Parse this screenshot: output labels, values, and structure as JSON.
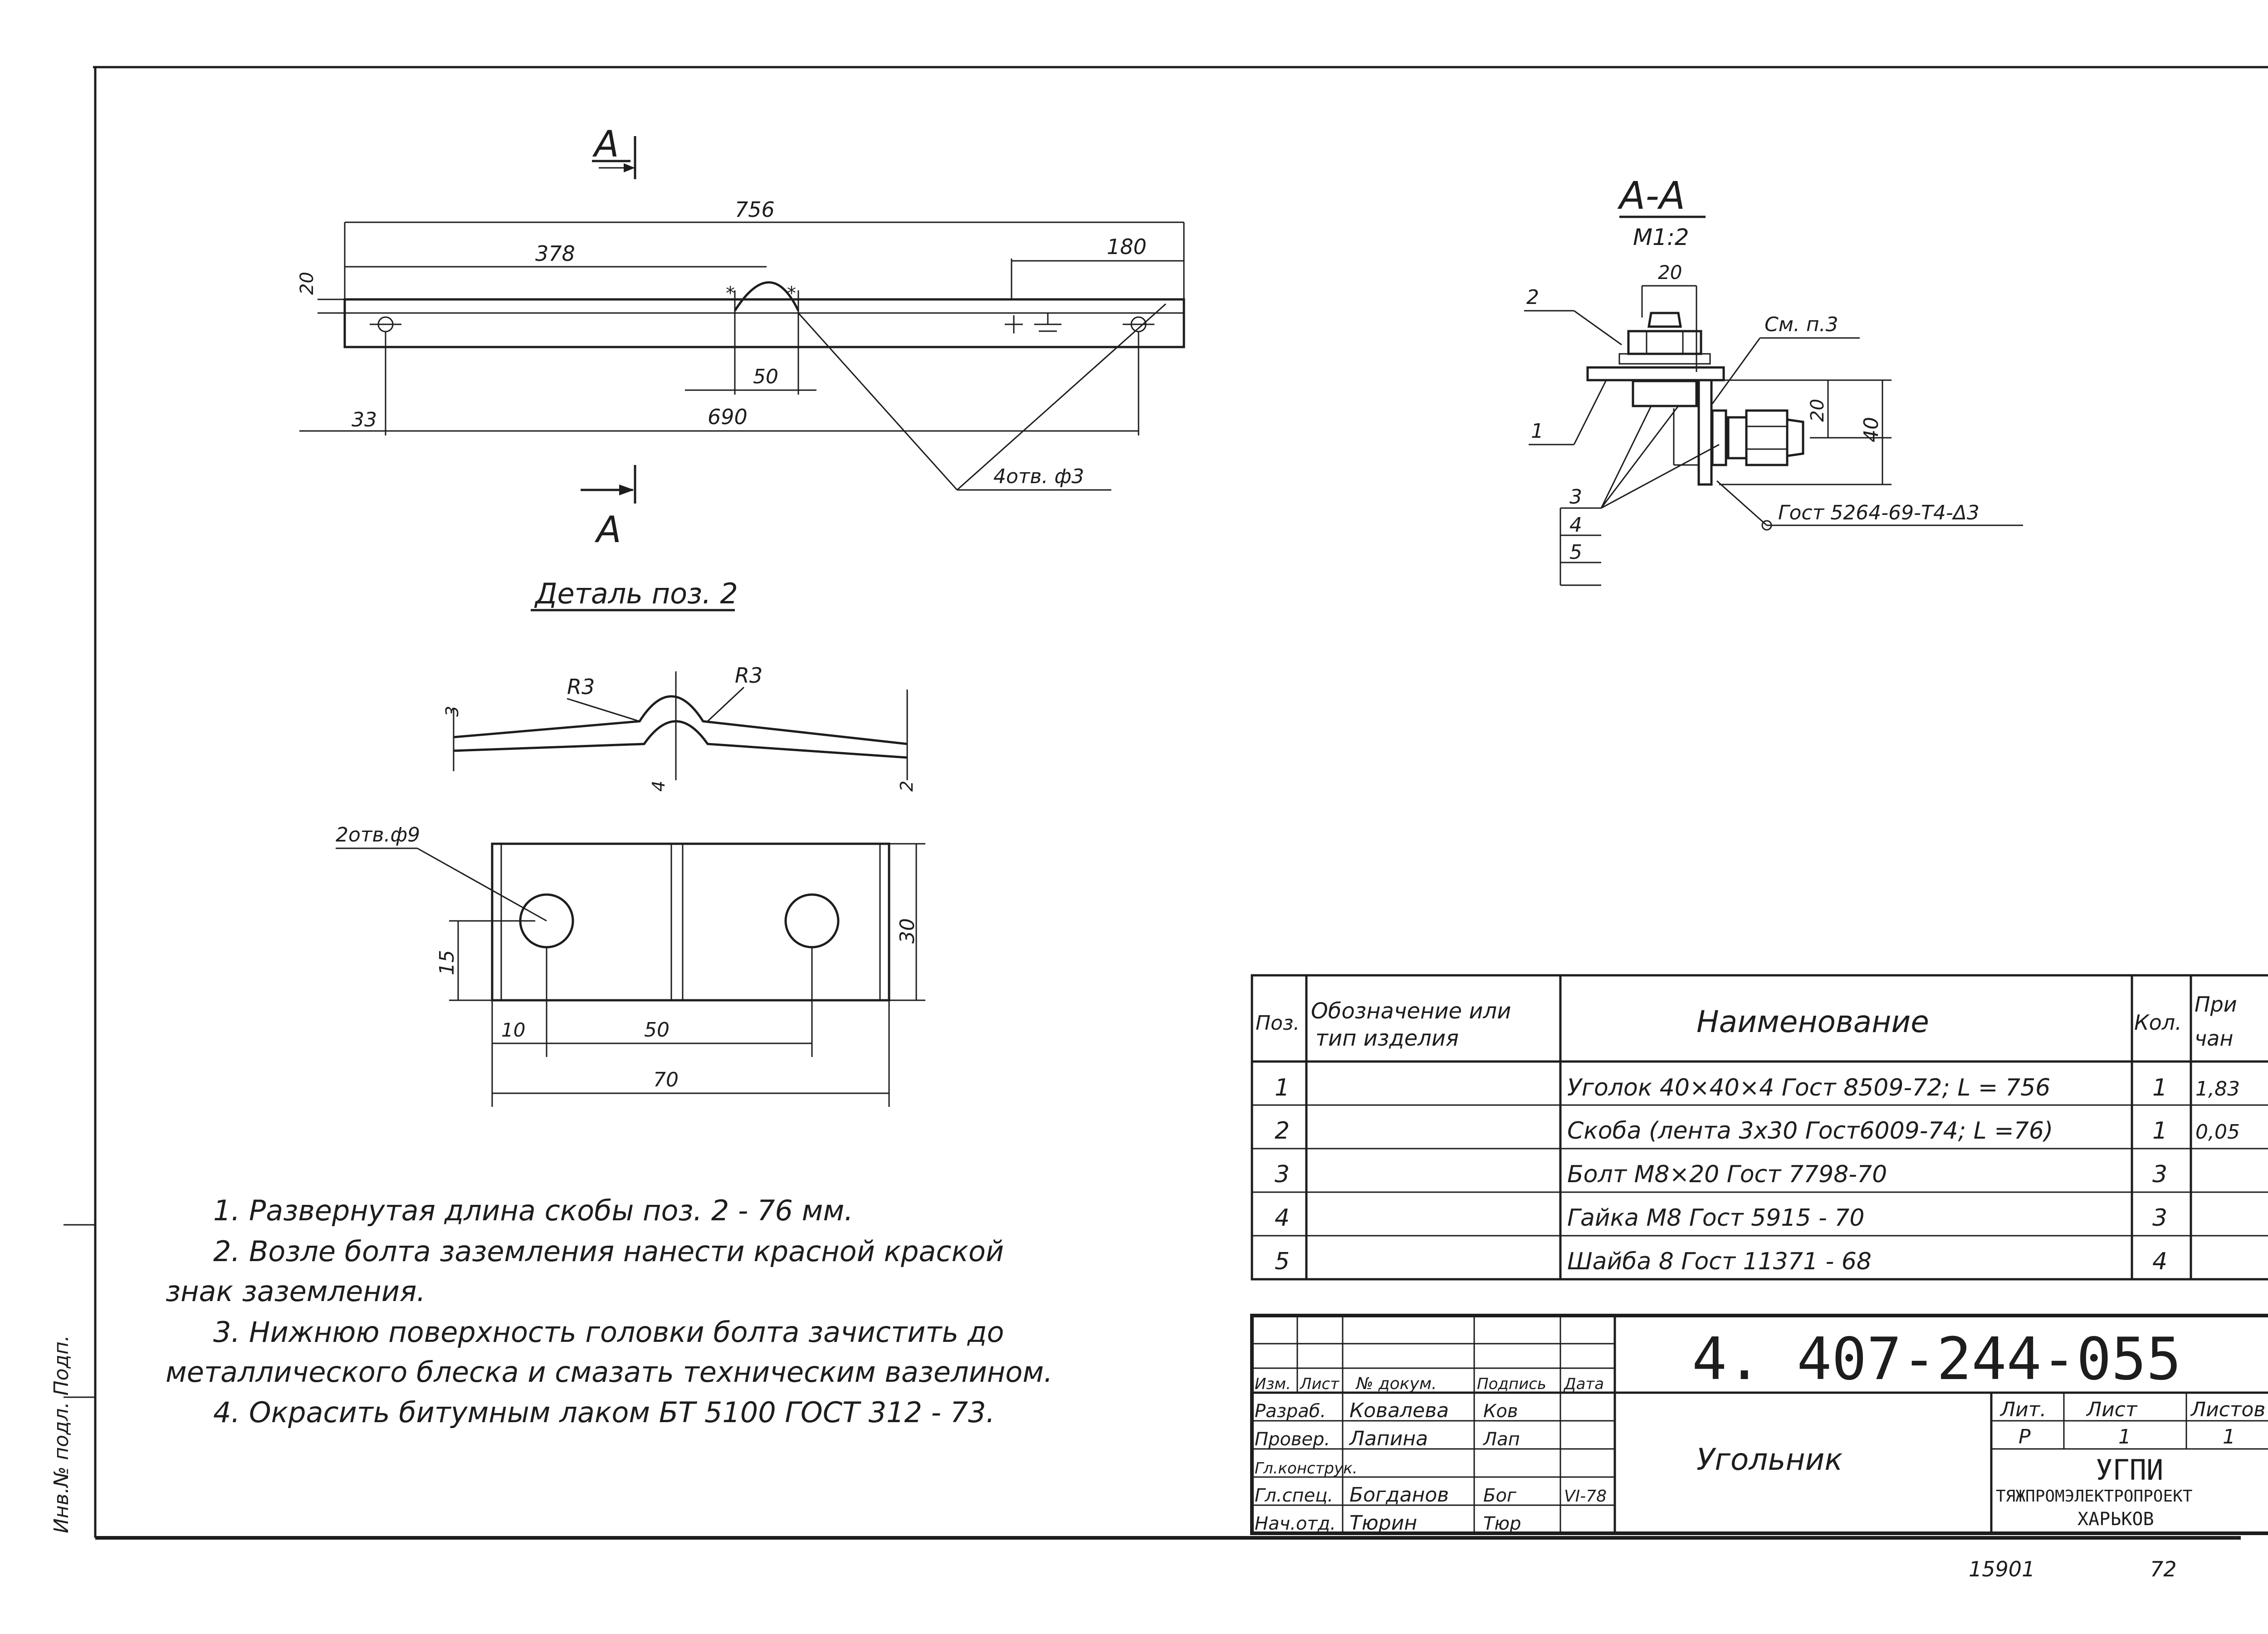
{
  "view_a": {
    "section_mark_top": "А",
    "section_mark_bottom": "А",
    "dim_overall": "756",
    "dim_half": "378",
    "dim_right": "180",
    "dim_height": "20",
    "dim_center": "50",
    "dim_left_edge": "33",
    "dim_holes": "690",
    "holes_note": "4отв. ф3"
  },
  "detail": {
    "title": "Деталь поз. 2",
    "radius_left": "R3",
    "radius_right": "R3",
    "thick_left": "3",
    "thick_mid": "4",
    "thick_right": "2",
    "holes_note": "2отв.ф9",
    "dim_15": "15",
    "dim_30": "30",
    "dim_10": "10",
    "dim_50": "50",
    "dim_70": "70"
  },
  "section_aa": {
    "title": "А-А",
    "scale": "М1:2",
    "dim_20_top": "20",
    "dim_20_side": "20",
    "dim_40": "40",
    "note_ref": "См. п.3",
    "weld_note": "Гост 5264-69-Т4-Δ3",
    "pos": [
      "2",
      "1",
      "3",
      "4",
      "5"
    ]
  },
  "notes": [
    "1. Развернутая длина скобы поз. 2 - 76 мм.",
    "2. Возле болта заземления нанести красной краской",
    "знак заземления.",
    "3. Нижнюю поверхность головки болта зачистить до",
    "металлического блеска и смазать техническим вазелином.",
    "4. Окрасить битумным лаком БТ 5100 ГОСТ 312 - 73."
  ],
  "spec": {
    "headers": {
      "pos": "Поз.",
      "designation_1": "Обозначение или",
      "designation_2": "тип изделия",
      "name": "Наименование",
      "qty": "Кол.",
      "note_1": "При",
      "note_2": "чан"
    },
    "rows": [
      {
        "pos": "1",
        "name": "Уголок 40×40×4 Гост 8509-72; L = 756",
        "qty": "1",
        "note": "1,83"
      },
      {
        "pos": "2",
        "name": "Скоба (лента 3х30 Гост6009-74; L =76)",
        "qty": "1",
        "note": "0,05"
      },
      {
        "pos": "3",
        "name": "Болт М8×20 Гост 7798-70",
        "qty": "3",
        "note": ""
      },
      {
        "pos": "4",
        "name": "Гайка М8   Гост 5915 - 70",
        "qty": "3",
        "note": ""
      },
      {
        "pos": "5",
        "name": "Шайба 8   Гост 11371 - 68",
        "qty": "4",
        "note": ""
      }
    ]
  },
  "title_block": {
    "doc_number": "4. 407-244-055",
    "part_name": "Угольник",
    "col_izm": "Изм.",
    "col_list": "Лист",
    "col_doc": "№ докум.",
    "col_sign": "Подпись",
    "col_date": "Дата",
    "roles": [
      {
        "role": "Разраб.",
        "person": "Ковалева",
        "sign": "Ков"
      },
      {
        "role": "Провер.",
        "person": "Лапина",
        "sign": "Лап"
      },
      {
        "role": "Гл.конструк.",
        "person": "",
        "sign": ""
      },
      {
        "role": "Гл.спец.",
        "person": "Богданов",
        "sign": "Бог"
      },
      {
        "role": "Нач.отд.",
        "person": "Тюрин",
        "sign": "Тюр"
      }
    ],
    "date": "VI-78",
    "lit_label": "Лит.",
    "sheet_label": "Лист",
    "sheets_label": "Листов",
    "lit_value": "Р",
    "sheet_value": "1",
    "sheets_value": "1",
    "org_1": "УГПИ",
    "org_2": "ТЯЖПРОМЭЛЕКТРОПРОЕКТ",
    "org_3": "ХАРЬКОВ"
  },
  "margin": {
    "left_stamp": "Инв.№ подл. Подп.",
    "bottom_code": "15901",
    "bottom_page": "72"
  },
  "icons": [
    "ground-symbol-icon",
    "weld-mark-icon",
    "section-arrow-icon"
  ]
}
